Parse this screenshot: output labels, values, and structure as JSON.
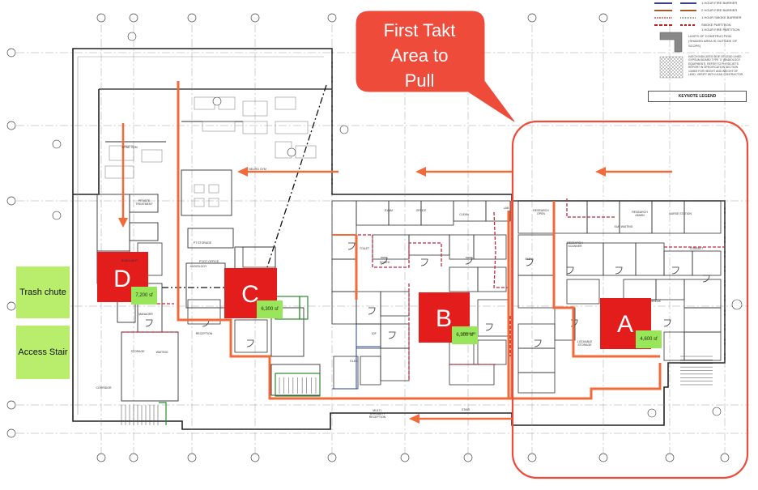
{
  "callout": {
    "line1": "First Takt",
    "line2": "Area to",
    "line3": "Pull",
    "color": "#ee4b3b"
  },
  "zones": [
    {
      "letter": "A",
      "area": "4,600 sf"
    },
    {
      "letter": "B",
      "area": "6,300 sf"
    },
    {
      "letter": "C",
      "area": "6,300 sf"
    },
    {
      "letter": "D",
      "area": "7,200 sf"
    }
  ],
  "side_labels": {
    "trash_chute": "Trash chute",
    "access_stair": "Access Stair"
  },
  "legend": {
    "items": [
      "1 HOUR FIRE BARRIER",
      "2 HOUR FIRE BARRIER",
      "1 HOUR SMOKE BARRIER",
      "SMOKE PARTITION",
      "1 HOUR FIRE PARTITION"
    ],
    "limits": "LIMITS OF CONSTRUCTION (SHADED AREA IS OUTSIDE OF SCOPE)",
    "hatch": "HATCH INDICATES SIDE OF LEAD LINED GYPSUM BOARD TYPE 'X' (RADIOLOGY EQUIPMENT). REFER TO PHYSICIST'S REPORT IN SPECIFICATION SECTION 134900 FOR HEIGHT AND WEIGHT OF LEAD. VERIFY WITH LEAD CONTRACTOR.",
    "keynote_title": "KEYNOTE LEGEND"
  },
  "rooms": [
    "SPINE GYM",
    "NEURO GYM",
    "PRIVATE TREATMENT",
    "PT/OT OFFICE",
    "PT STORAGE",
    "BUDDLIGHT",
    "AUDIOLOGY",
    "RECEPTION",
    "CORRIDOR",
    "MANAGER",
    "STORAGE",
    "WAITING",
    "EXAM",
    "OFFICE",
    "TOILET",
    "SOILED",
    "CLEAN",
    "LAB",
    "RESEARCH OPEN",
    "RESEARCH ADMIN",
    "NURSE STATION",
    "CONSULT",
    "BREAK",
    "LOCKABLE STORAGE",
    "MULTI-SPECIALTY RECEPTION",
    "ELEC",
    "IDF",
    "STAIR",
    "ELEV",
    "SUB WAITING",
    "RESEARCH SCANNER",
    "CORRIDOR"
  ],
  "colors": {
    "accent": "#ee4b3b",
    "flow_arrow": "#f06a3a",
    "zone_fill": "#e31c1c",
    "area_tag": "#9ae65a",
    "side_tag": "#b9ee6d",
    "line": "#222222"
  }
}
